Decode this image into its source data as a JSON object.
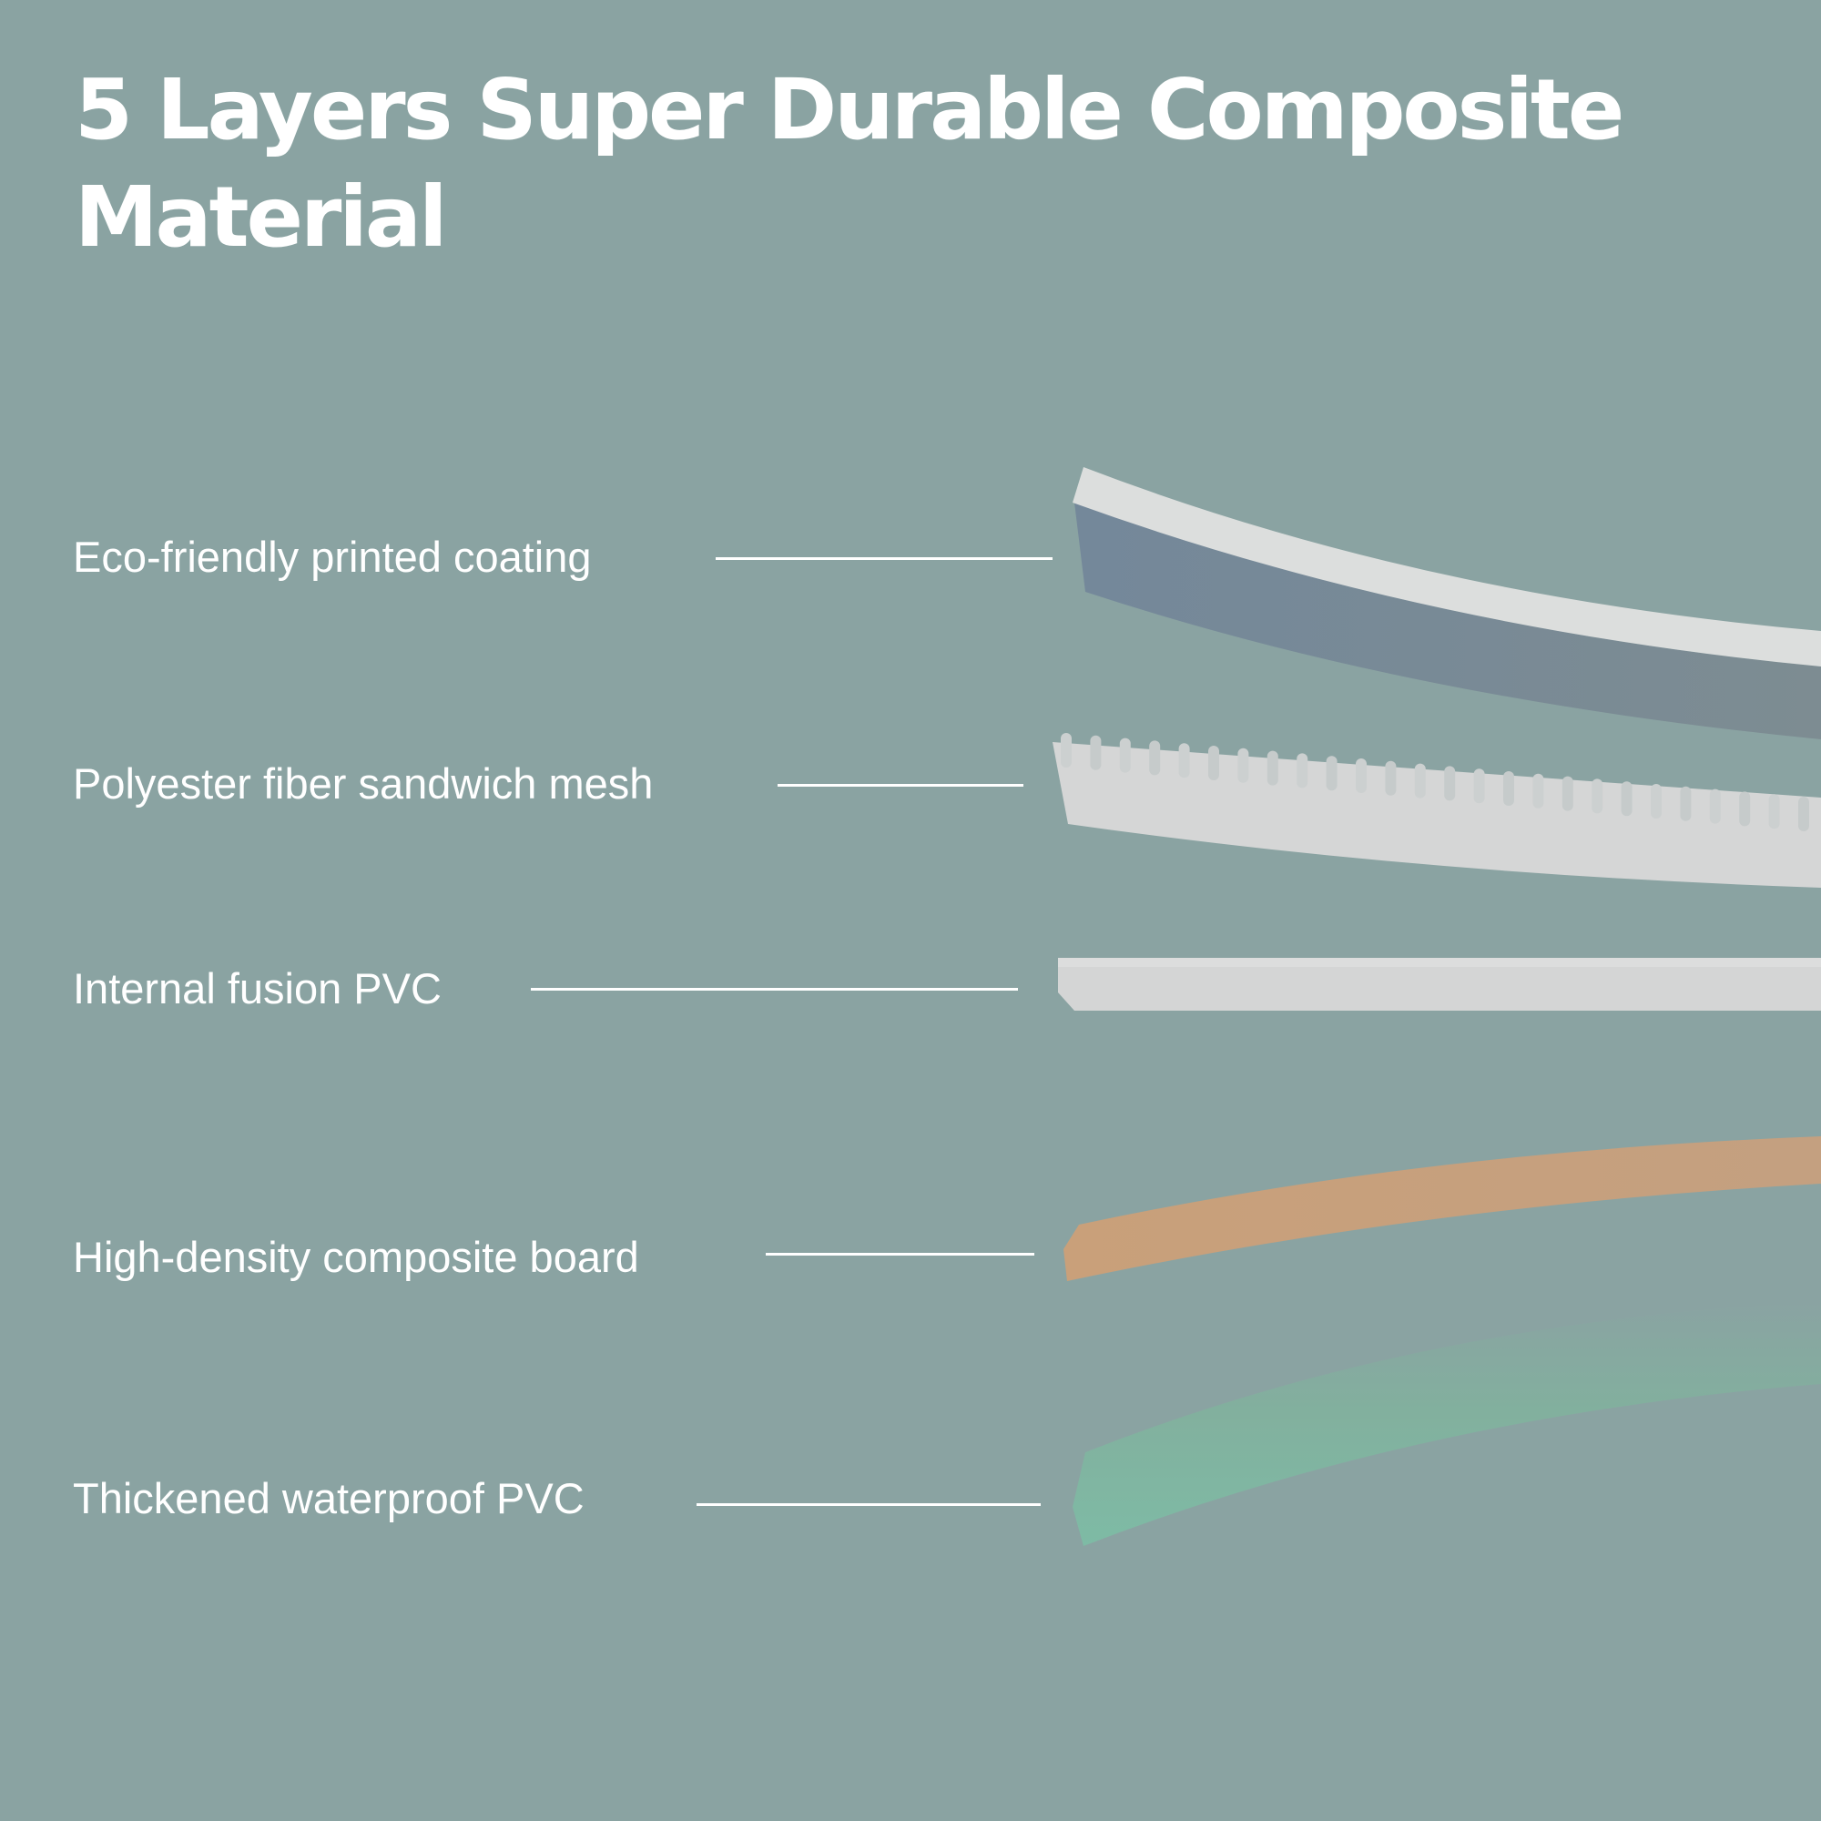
{
  "title": "5 Layers Super Durable Composite Material",
  "colors": {
    "background": "#8aa3a2",
    "text": "#ffffff",
    "coating_top": "#dadcdb",
    "coating_body": "#748a96",
    "mesh": "#d5d6d6",
    "pvc_internal": "#d4d5d5",
    "board": "#c8a07a",
    "pvc_waterproof": "#7fb8a4"
  },
  "layers": [
    {
      "label": "Eco-friendly printed coating",
      "icon": "curved-coating-layer"
    },
    {
      "label": "Polyester fiber sandwich mesh",
      "icon": "ribbed-mesh-layer"
    },
    {
      "label": "Internal fusion PVC",
      "icon": "flat-pvc-layer"
    },
    {
      "label": "High-density composite board",
      "icon": "curved-board-layer"
    },
    {
      "label": "Thickened waterproof PVC",
      "icon": "curved-waterproof-layer"
    }
  ]
}
